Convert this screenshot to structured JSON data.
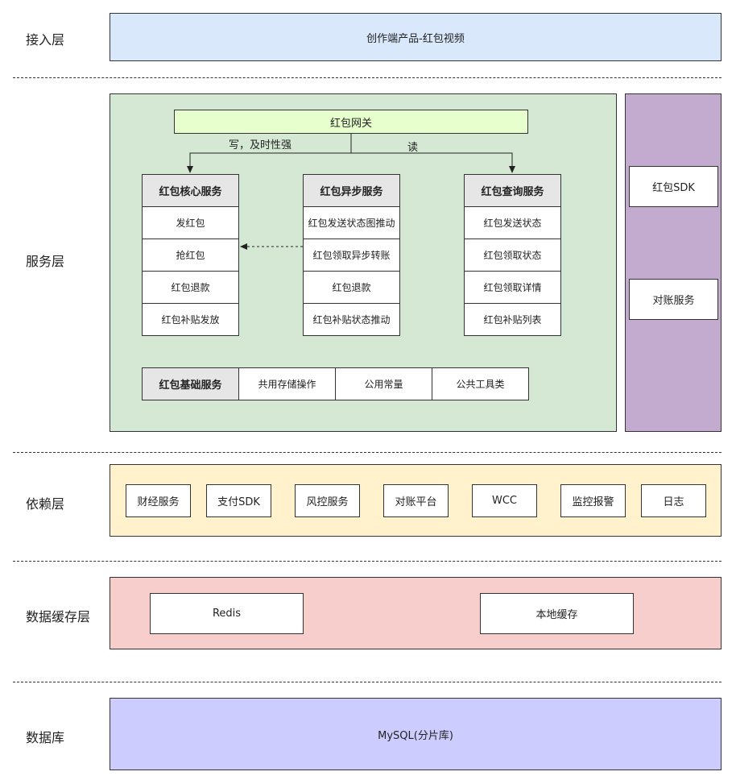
{
  "layers": {
    "access": {
      "label": "接入层",
      "content": "创作端产品-红包视频"
    },
    "service": {
      "label": "服务层",
      "gateway": "红包网关",
      "edge_write": "写，及时性强",
      "edge_read": "读",
      "core": {
        "title": "红包核心服务",
        "items": [
          "发红包",
          "抢红包",
          "红包退款",
          "红包补贴发放"
        ]
      },
      "async": {
        "title": "红包异步服务",
        "items": [
          "红包发送状态图推动",
          "红包领取异步转账",
          "红包退款",
          "红包补贴状态推动"
        ]
      },
      "query": {
        "title": "红包查询服务",
        "items": [
          "红包发送状态",
          "红包领取状态",
          "红包领取详情",
          "红包补贴列表"
        ]
      },
      "base": {
        "title": "红包基础服务",
        "items": [
          "共用存储操作",
          "公用常量",
          "公共工具类"
        ]
      },
      "side": [
        "红包SDK",
        "对账服务"
      ]
    },
    "dependency": {
      "label": "依赖层",
      "items": [
        "财经服务",
        "支付SDK",
        "风控服务",
        "对账平台",
        "WCC",
        "监控报警",
        "日志"
      ]
    },
    "cache": {
      "label": "数据缓存层",
      "items": [
        "Redis",
        "本地缓存"
      ]
    },
    "db": {
      "label": "数据库",
      "content": "MySQL(分片库)"
    }
  },
  "colors": {
    "access": "#dae8fc",
    "service": "#d5e8d4",
    "gateway": "#e6ffcc",
    "side": "#c3abd0",
    "dependency": "#fff2cc",
    "cache": "#f8cecc",
    "db": "#ccccff",
    "header": "#e6e6e6"
  }
}
